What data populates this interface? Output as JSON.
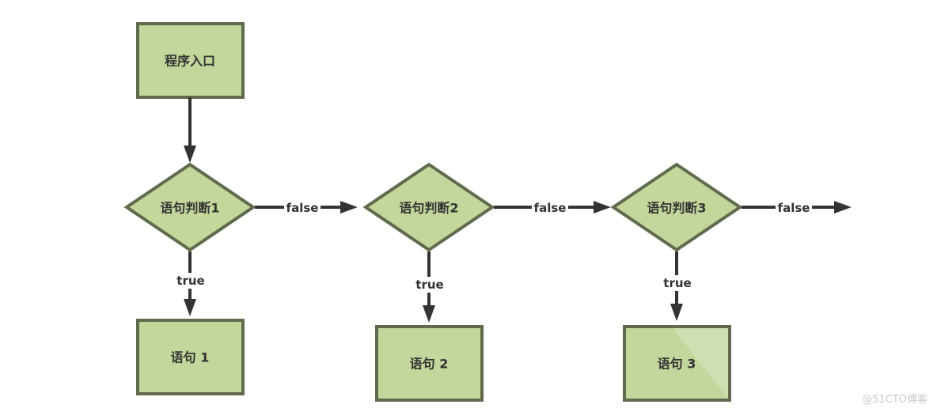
{
  "diagram": {
    "entry": "程序入口",
    "conditions": [
      "语句判断1",
      "语句判断2",
      "语句判断3"
    ],
    "statements": [
      "语句 1",
      "语句 2",
      "语句 3"
    ],
    "true_label": "true",
    "false_label": "false"
  },
  "colors": {
    "node_fill": "#c3d69b",
    "node_stroke": "#5f6b4c",
    "edge": "#333333"
  },
  "watermark": "@51CTO博客"
}
